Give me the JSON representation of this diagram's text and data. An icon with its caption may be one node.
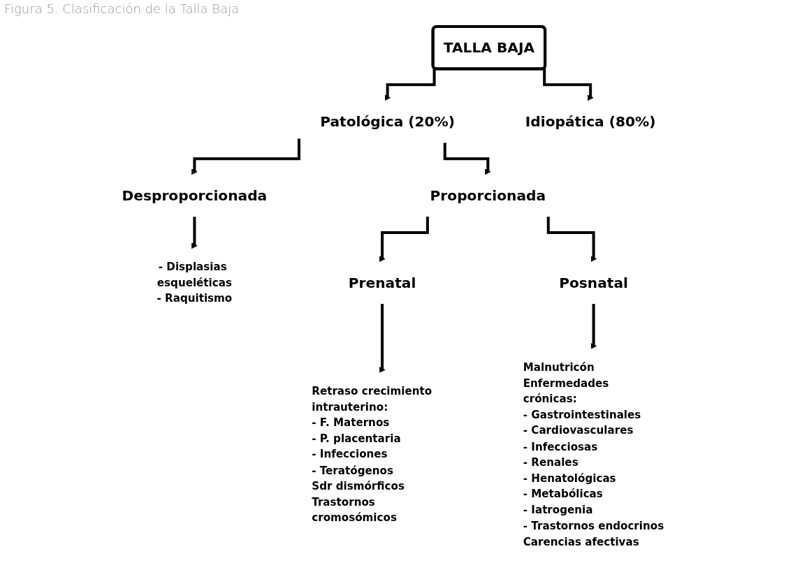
{
  "diagram": {
    "title": "Figura 5. Clasificación de la Talla Baja",
    "nodes": [
      {
        "text": [
          "TALLA BAJA"
        ]
      },
      {
        "text": [
          "Patológica (20%)"
        ]
      },
      {
        "text": [
          "Idiopática (80%)"
        ]
      },
      {
        "text": [
          "Desproporcionada"
        ]
      },
      {
        "text": [
          "Proporcionada"
        ]
      },
      {
        "text": [
          "- Displasias esqueléticas",
          "- Raquitismo"
        ]
      },
      {
        "text": [
          "Prenatal"
        ]
      },
      {
        "text": [
          "Posnatal"
        ]
      },
      {
        "text": [
          "Retraso crecimiento intrauterino:",
          "- F. Maternos",
          "- P. placentaria",
          "- Infecciones",
          "- Teratógenos",
          "Sdr dismórficos",
          "Trastornos cromosómicos"
        ]
      },
      {
        "text": [
          "Malnutricón",
          "Enfermedades crónicas:",
          "- Gastrointestinales",
          "- Cardiovasculares",
          "- Infecciosas",
          "- Renales",
          "- Henatológicas",
          "- Metabólicas",
          "- Iatrogenia",
          "- Trastornos endocrinos",
          "Carencias afectivas"
        ]
      }
    ],
    "edges": [
      {
        "from": 0,
        "to": 1,
        "arrow": "to"
      },
      {
        "from": 0,
        "to": 2,
        "arrow": "to"
      },
      {
        "from": 1,
        "to": 3,
        "arrow": "to"
      },
      {
        "from": 1,
        "to": 4,
        "arrow": "to"
      },
      {
        "from": 3,
        "to": 5,
        "arrow": "to"
      },
      {
        "from": 4,
        "to": 6,
        "arrow": "to"
      },
      {
        "from": 4,
        "to": 7,
        "arrow": "to"
      },
      {
        "from": 6,
        "to": 8,
        "arrow": "to"
      },
      {
        "from": 7,
        "to": 9,
        "arrow": "to"
      }
    ]
  }
}
